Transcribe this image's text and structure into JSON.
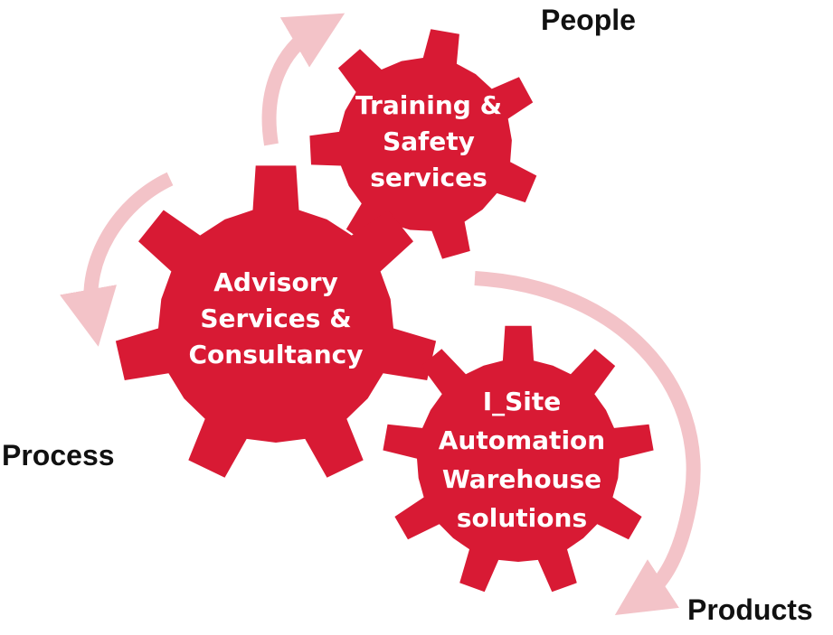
{
  "colors": {
    "gear": "#d81a34",
    "arrow": "#f3c3c8",
    "label": "#111111",
    "gear_text": "#ffffff"
  },
  "labels": {
    "people": "People",
    "process": "Process",
    "products": "Products"
  },
  "gears": {
    "training": {
      "line1": "Training &",
      "line2": "Safety",
      "line3": "services"
    },
    "advisory": {
      "line1": "Advisory",
      "line2": "Services &",
      "line3": "Consultancy"
    },
    "isite": {
      "line1": "I_Site",
      "line2": "Automation",
      "line3": "Warehouse",
      "line4": "solutions"
    }
  }
}
